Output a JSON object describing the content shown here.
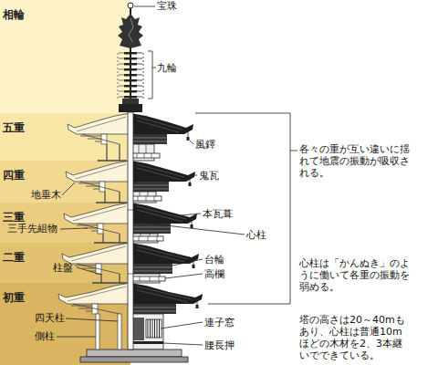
{
  "diagram": {
    "nodes": [
      {
        "text": [
          "相輪"
        ]
      },
      {
        "text": [
          "五重"
        ]
      },
      {
        "text": [
          "四重"
        ]
      },
      {
        "text": [
          "三重"
        ]
      },
      {
        "text": [
          "二重"
        ]
      },
      {
        "text": [
          "初重"
        ]
      }
    ],
    "labels": [
      "宝珠",
      "九輪",
      "風鐸",
      "鬼瓦",
      "地垂木",
      "本瓦葺",
      "三手先組物",
      "心柱",
      "台輪",
      "高欄",
      "柱盤",
      "四天柱",
      "連子窓",
      "側柱",
      "腰長押",
      "各々の重が互い違いに揺 れて地震の振動が吸収さ れる。",
      "心柱は「かんぬき」のよ うに働いて各重の振動を 弱める。",
      "塔の高さは20～40mも あり、心柱は普通10m ほどの木材を2、3本継 いでできている。"
    ]
  }
}
